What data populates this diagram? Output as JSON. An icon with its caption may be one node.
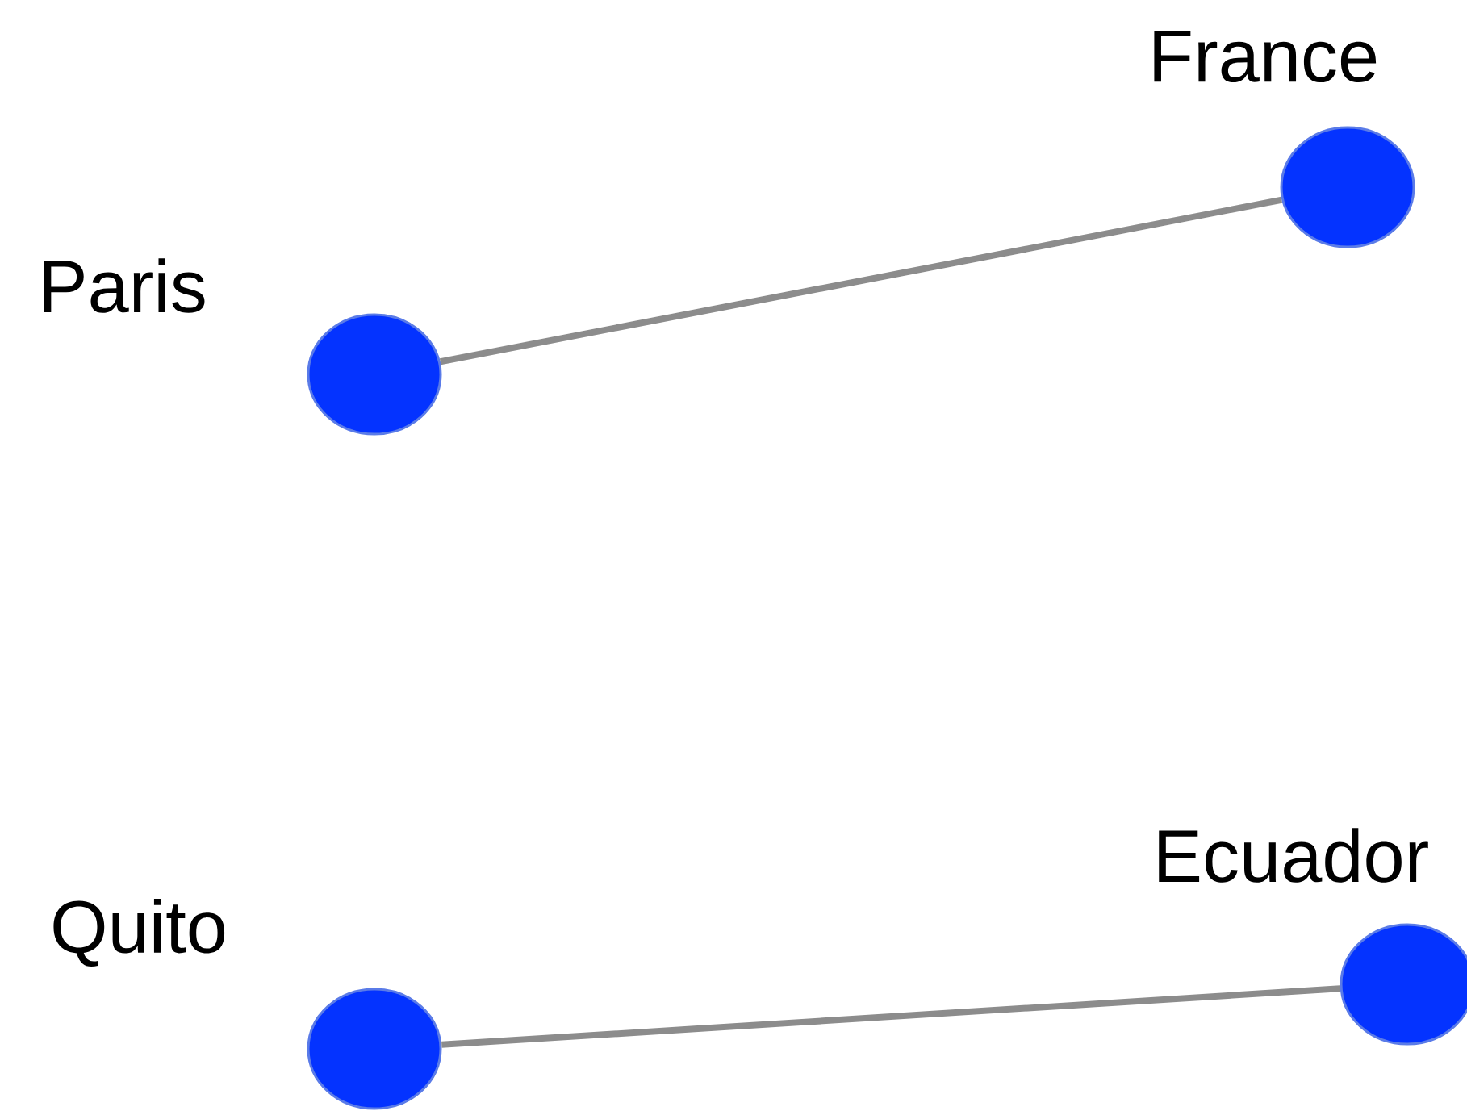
{
  "diagram": {
    "nodes": [
      {
        "text": [
          "France"
        ]
      },
      {
        "text": [
          "Paris"
        ]
      },
      {
        "text": [
          "Ecuador"
        ]
      },
      {
        "text": [
          "Quito"
        ]
      }
    ],
    "edges": [
      {
        "from": 1,
        "to": 0,
        "arrow": "none"
      },
      {
        "from": 3,
        "to": 2,
        "arrow": "none"
      }
    ]
  }
}
